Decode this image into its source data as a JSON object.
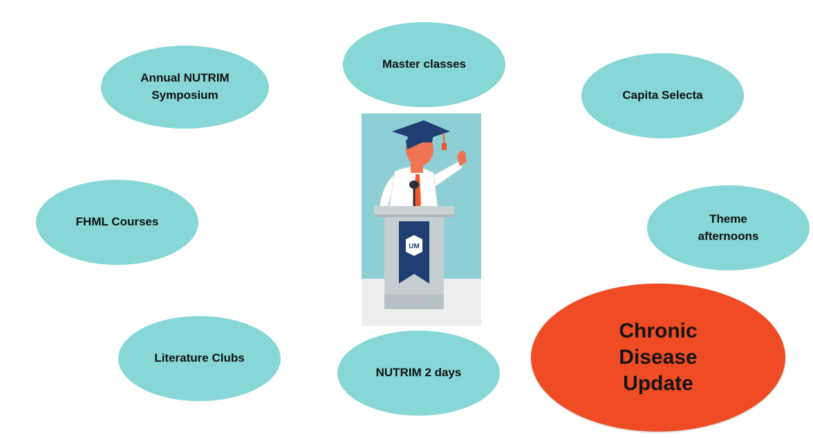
{
  "topics": {
    "master_classes": "Master classes",
    "annual_symposium": "Annual NUTRIM\nSymposium",
    "capita_selecta": "Capita Selecta",
    "fhml_courses": "FHML Courses",
    "theme_afternoons": "Theme\nafternoons",
    "literature_clubs": "Literature Clubs",
    "nutrim_2_days": "NUTRIM 2 days"
  },
  "featured": {
    "label": "Chronic\nDisease\nUpdate"
  },
  "colors": {
    "bubble": "#86d7d6",
    "featured": "#ef4b24",
    "illustration_bg": "#8ecfd6",
    "podium_banner": "#1f3f72"
  },
  "illustration": {
    "subject": "graduate-speaker-at-podium",
    "podium_logo": "UM"
  }
}
